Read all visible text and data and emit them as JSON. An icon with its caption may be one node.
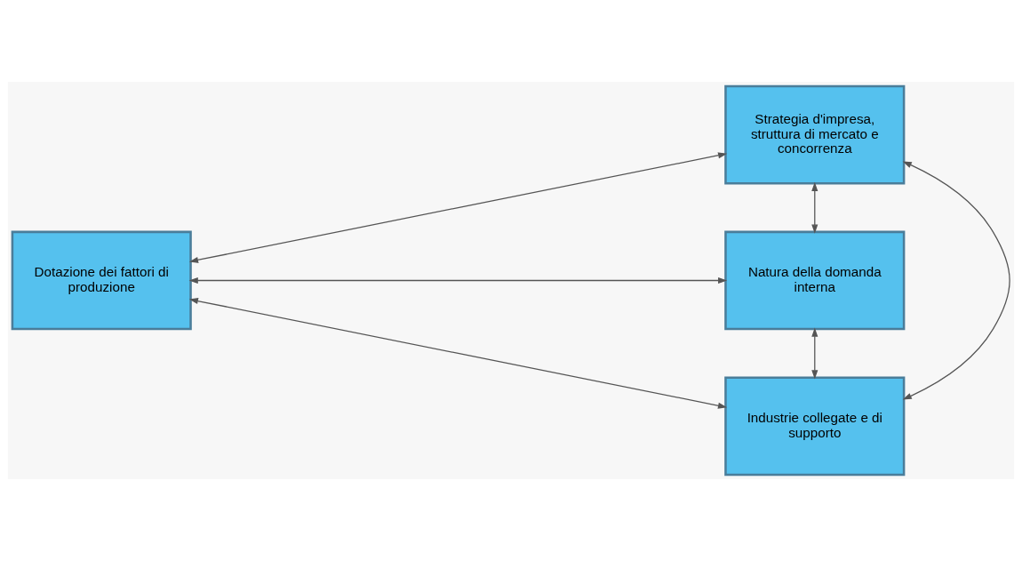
{
  "diagram": {
    "nodes": [
      {
        "text": [
          "Strategia d'impresa, struttura di mercato e concorrenza"
        ]
      },
      {
        "text": [
          "Dotazione dei fattori di produzione"
        ]
      },
      {
        "text": [
          "Natura della domanda interna"
        ]
      },
      {
        "text": [
          "Industrie collegate e di supporto"
        ]
      }
    ],
    "edges": [
      {
        "from": 0,
        "to": 1,
        "arrow": "both"
      },
      {
        "from": 0,
        "to": 2,
        "arrow": "both"
      },
      {
        "from": 1,
        "to": 2,
        "arrow": "both"
      },
      {
        "from": 0,
        "to": 3,
        "arrow": "both"
      },
      {
        "from": 1,
        "to": 3,
        "arrow": "both"
      },
      {
        "from": 2,
        "to": 3,
        "arrow": "both"
      }
    ]
  }
}
